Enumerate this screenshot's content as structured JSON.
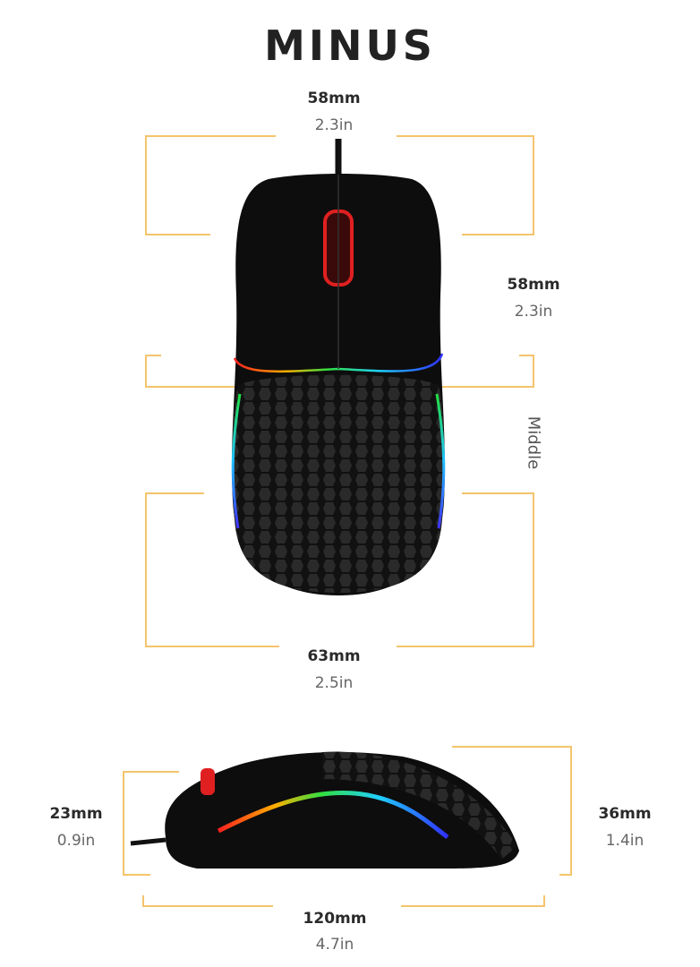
{
  "title": "MINUS",
  "top_view": {
    "grip_top": {
      "mm": "58mm",
      "in": "2.3in"
    },
    "grip_middle": {
      "mm": "58mm",
      "in": "2.3in",
      "label": "Middle"
    },
    "grip_bottom": {
      "mm": "63mm",
      "in": "2.5in"
    }
  },
  "side_view": {
    "front_height": {
      "mm": "23mm",
      "in": "0.9in"
    },
    "back_height": {
      "mm": "36mm",
      "in": "1.4in"
    },
    "length": {
      "mm": "120mm",
      "in": "4.7in"
    }
  },
  "colors": {
    "bracket": "#f4c46c",
    "mouse": "#0d0d0d",
    "accent_red": "#e02020"
  }
}
